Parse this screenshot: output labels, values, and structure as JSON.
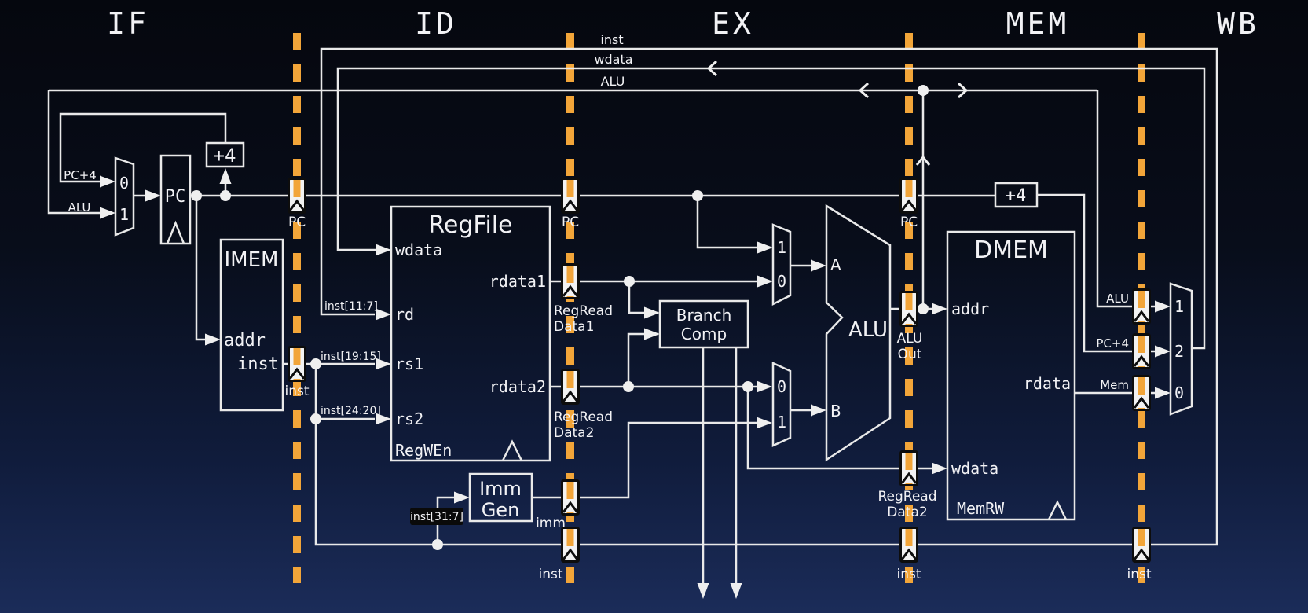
{
  "stages": [
    {
      "label": "IF",
      "color": "#a9e29e"
    },
    {
      "label": "ID",
      "color": "#f8c9e5"
    },
    {
      "label": "EX",
      "color": "#a6d1f2"
    },
    {
      "label": "MEM",
      "color": "#c9bcf2"
    },
    {
      "label": "WB",
      "color": "#d6de57"
    }
  ],
  "theme": {
    "wire_color": "#e9e9e9",
    "divider_color": "#f2a539",
    "register_fill": "#f2f2f2",
    "register_border": "#0d0d0d",
    "badge_bg": "#0a0a0a",
    "badge_text": "#ffffff"
  },
  "blocks": {
    "pc_register": {
      "title": "PC"
    },
    "if_adder": {
      "label": "+4"
    },
    "imem": {
      "title": "IMEM",
      "port_addr": "addr",
      "port_inst": "inst"
    },
    "regfile": {
      "title": "RegFile",
      "port_wdata": "wdata",
      "port_rd": "rd",
      "port_rs1": "rs1",
      "port_rs2": "rs2",
      "port_regwen": "RegWEn",
      "port_rdata1": "rdata1",
      "port_rdata2": "rdata2"
    },
    "imm_gen": {
      "title_line1": "Imm",
      "title_line2": "Gen"
    },
    "branch_comp": {
      "title_line1": "Branch",
      "title_line2": "Comp"
    },
    "alu": {
      "title": "ALU",
      "port_a": "A",
      "port_b": "B"
    },
    "dmem": {
      "title": "DMEM",
      "port_addr": "addr",
      "port_wdata": "wdata",
      "port_rdata": "rdata",
      "port_memrw": "MemRW"
    },
    "mem_adder": {
      "label": "+4"
    }
  },
  "pc_mux": {
    "input0": "0",
    "input1": "1",
    "wire_pc4": "PC+4",
    "wire_alu": "ALU"
  },
  "alu_a_mux": {
    "input_top": "1",
    "input_bottom": "0"
  },
  "alu_b_mux": {
    "input_top": "0",
    "input_bottom": "1"
  },
  "wb_mux": {
    "input_top": "1",
    "input_middle": "2",
    "input_bottom": "0"
  },
  "wires": {
    "top_inst": "inst",
    "top_wdata": "wdata",
    "top_alu": "ALU",
    "rd_field": "inst[11:7]",
    "rs1_field": "inst[19:15]",
    "rs2_field": "inst[24:20]",
    "imm_field": "inst[31:7]",
    "wb_alu": "ALU",
    "wb_pc4": "PC+4",
    "wb_mem": "Mem"
  },
  "pipeline_registers": {
    "if_id": {
      "pc": "PC",
      "inst": "inst"
    },
    "id_ex": {
      "pc": "PC",
      "rr1_line1": "RegRead",
      "rr1_line2": "Data1",
      "rr2_line1": "RegRead",
      "rr2_line2": "Data2",
      "imm": "imm",
      "inst": "inst"
    },
    "ex_mem": {
      "pc": "PC",
      "alu_line1": "ALU",
      "alu_line2": "Out",
      "rr2_line1": "RegRead",
      "rr2_line2": "Data2",
      "inst": "inst"
    },
    "mem_wb": {
      "inst": "inst"
    }
  }
}
